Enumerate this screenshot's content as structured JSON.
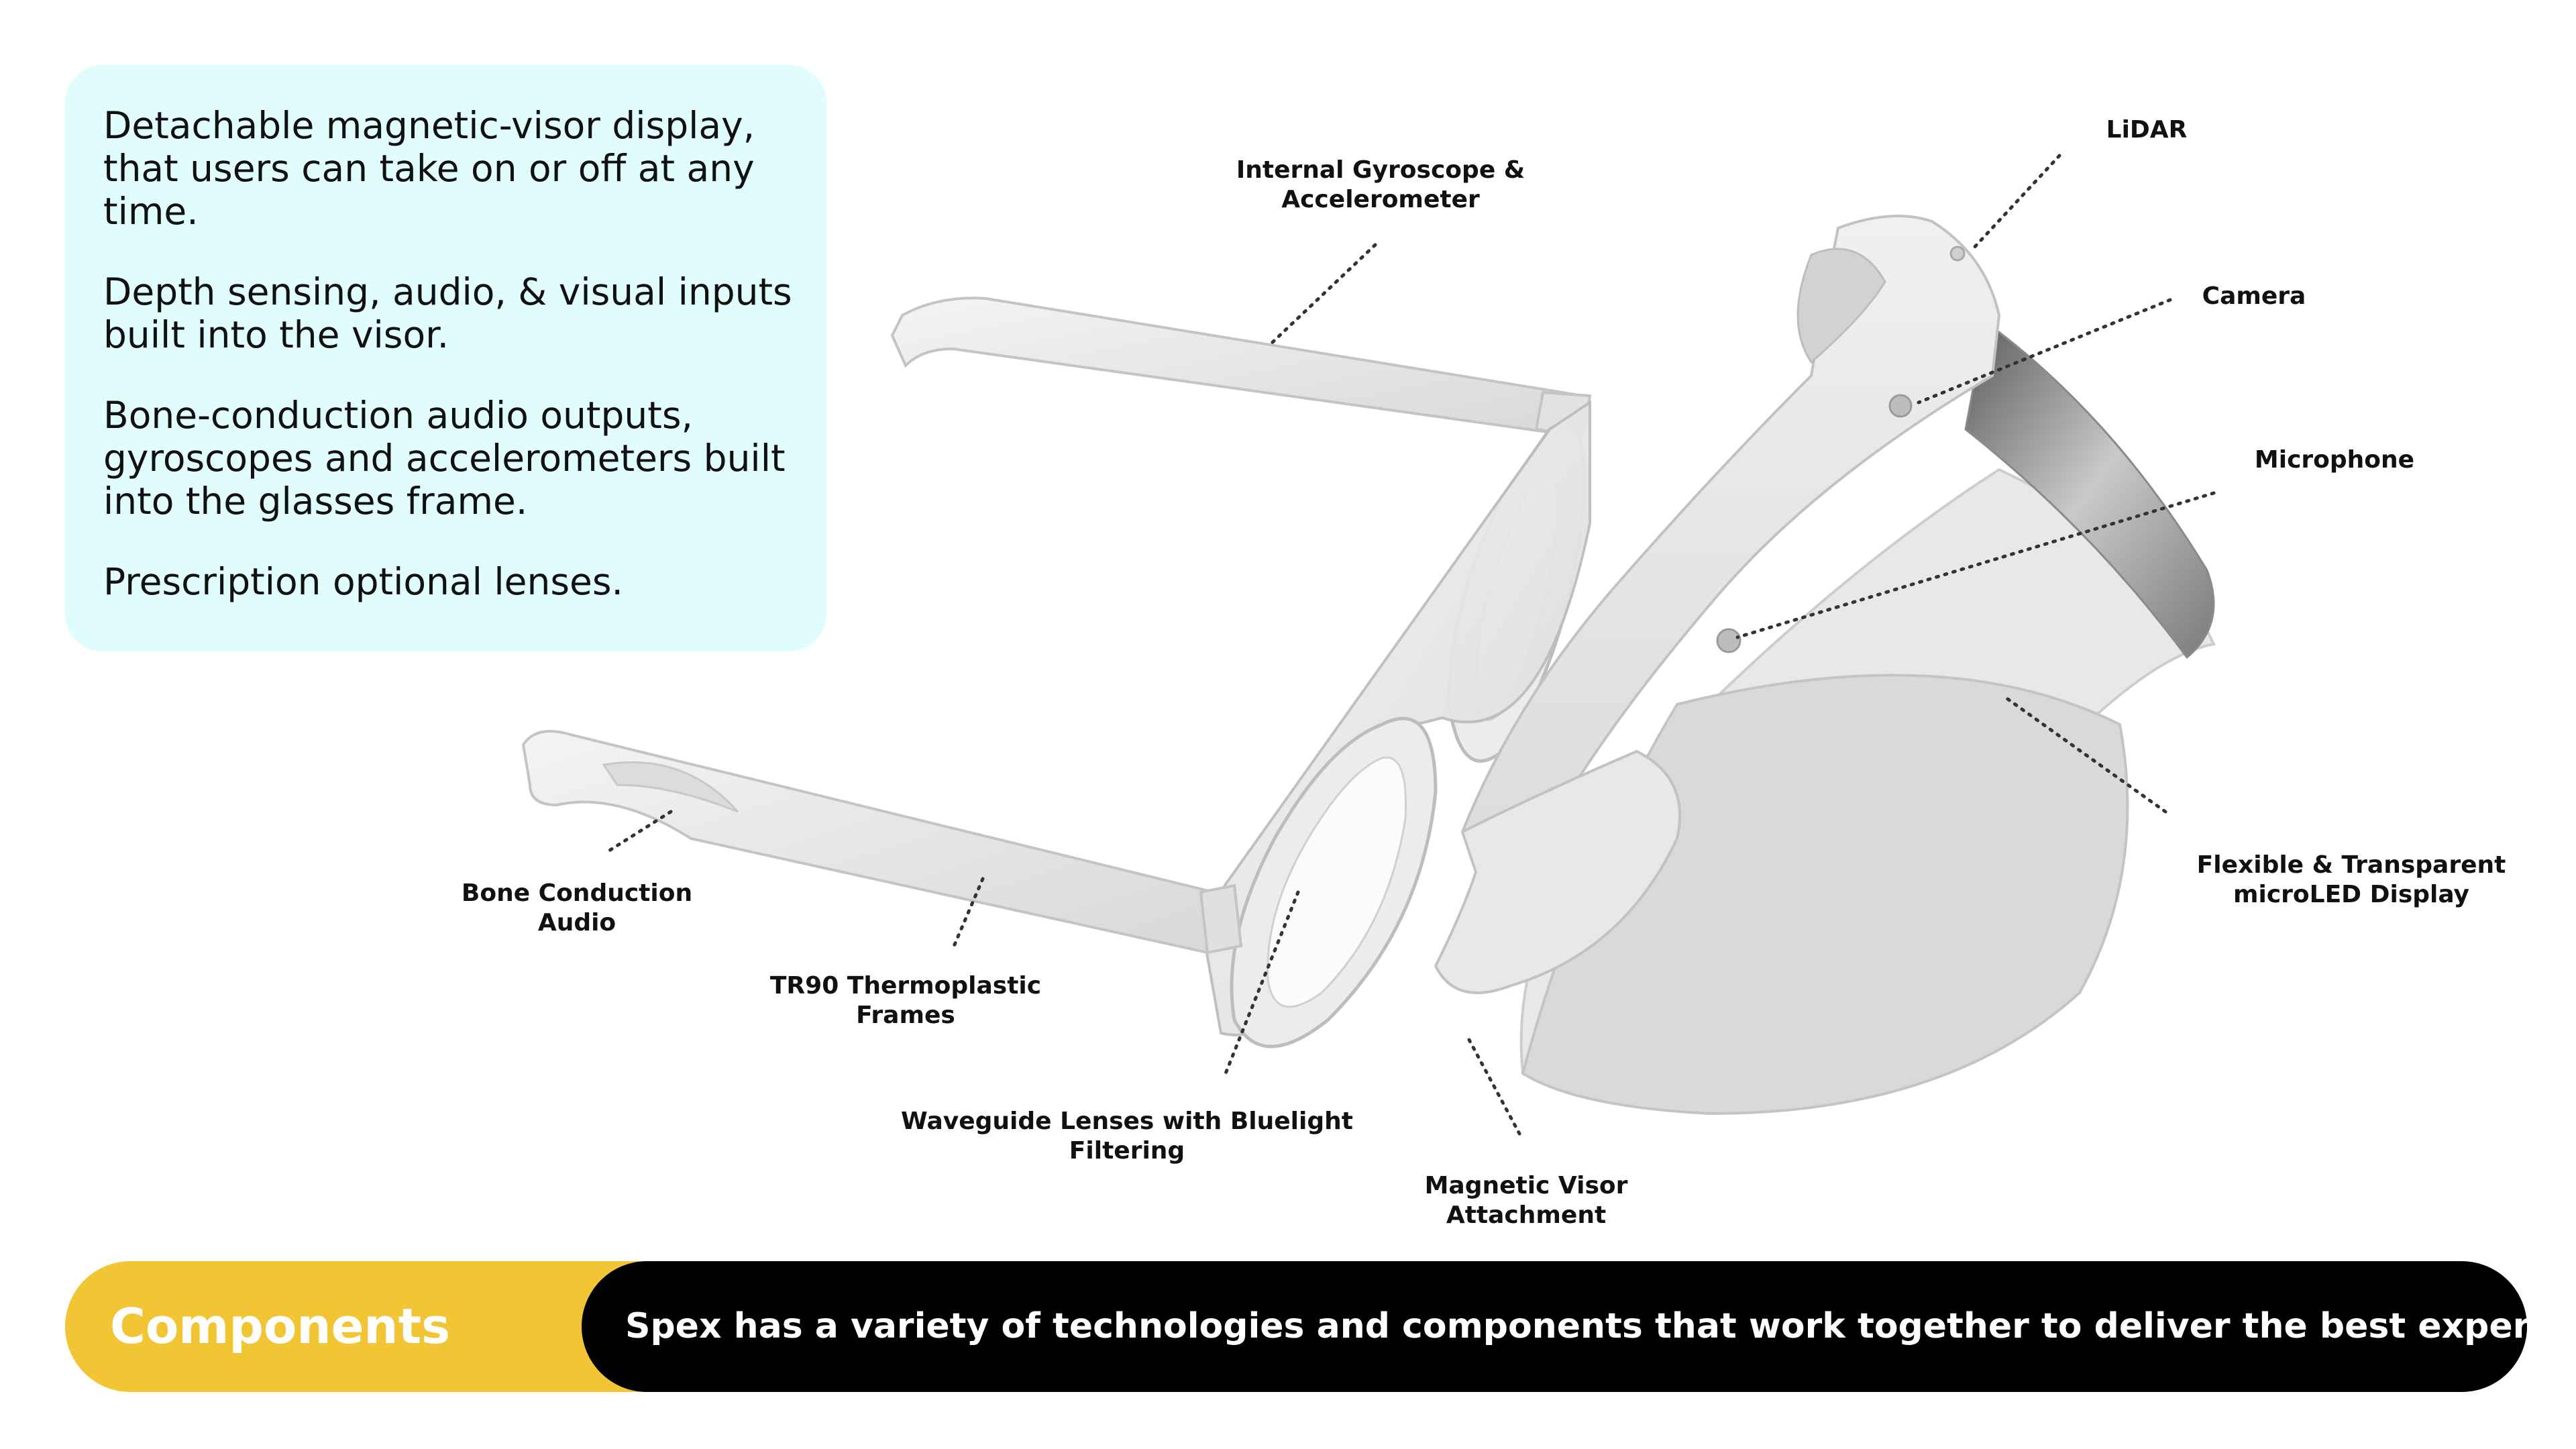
{
  "info": {
    "paragraphs": [
      "Detachable magnetic-visor display, that users can take on or off at any time.",
      "Depth sensing, audio, & visual inputs built into the visor.",
      "Bone-conduction audio outputs, gyroscopes and accelerometers built into the glasses frame.",
      "Prescription optional lenses."
    ]
  },
  "callouts": {
    "gyro": "Internal Gyroscope &\nAccelerometer",
    "lidar": "LiDAR",
    "camera": "Camera",
    "microphone": "Microphone",
    "display": "Flexible & Transparent\nmicroLED Display",
    "bone": "Bone Conduction\nAudio",
    "frames": "TR90 Thermoplastic\nFrames",
    "waveguide": "Waveguide Lenses with Bluelight\nFiltering",
    "magnetic": "Magnetic Visor\nAttachment"
  },
  "banner": {
    "title": "Components",
    "text": "Spex has a variety of technologies and components that work together to deliver the best experience."
  },
  "colors": {
    "card_bg": "#e0fcfc",
    "accent_yellow": "#f2c534",
    "banner_black": "#000000"
  }
}
